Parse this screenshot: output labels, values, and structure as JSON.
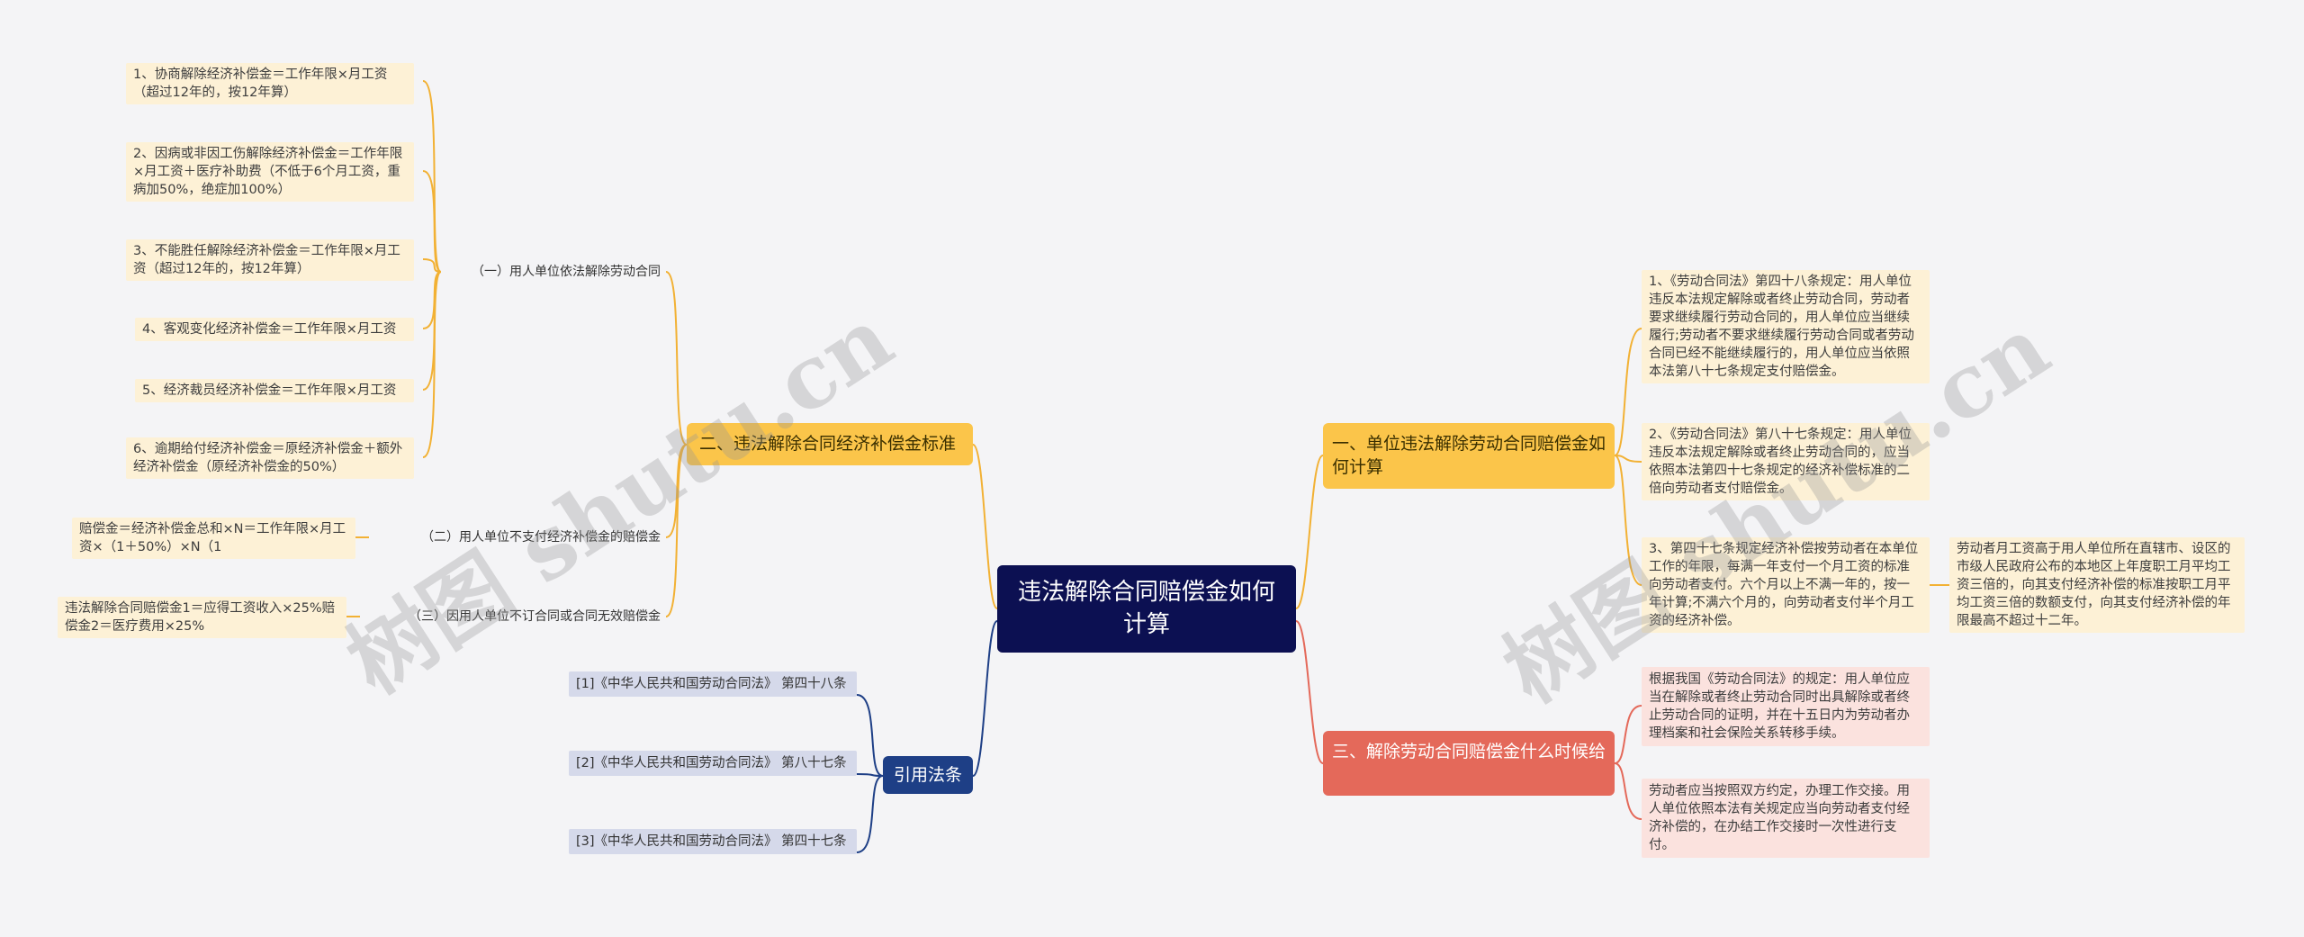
{
  "root": {
    "title": "违法解除合同赔偿金如何计算"
  },
  "left_branch": {
    "title": "二、违法解除合同经济补偿金标准",
    "sub1": {
      "title": "（一）用人单位依法解除劳动合同",
      "leaves": [
        "1、协商解除经济补偿金＝工作年限×月工资（超过12年的，按12年算）",
        "2、因病或非因工伤解除经济补偿金＝工作年限×月工资＋医疗补助费（不低于6个月工资，重病加50%，绝症加100%）",
        "3、不能胜任解除经济补偿金＝工作年限×月工资（超过12年的，按12年算）",
        "4、客观变化经济补偿金＝工作年限×月工资",
        "5、经济裁员经济补偿金＝工作年限×月工资",
        "6、逾期给付经济补偿金＝原经济补偿金＋额外经济补偿金（原经济补偿金的50%）"
      ]
    },
    "sub2": {
      "title": "（二）用人单位不支付经济补偿金的赔偿金",
      "leaf": "赔偿金＝经济补偿金总和×N＝工作年限×月工资×（1＋50%）×N（1"
    },
    "sub3": {
      "title": "（三）因用人单位不订合同或合同无效赔偿金",
      "leaf": "违法解除合同赔偿金1＝应得工资收入×25%赔偿金2＝医疗费用×25%"
    }
  },
  "law_branch": {
    "title": "引用法条",
    "items": [
      "[1]《中华人民共和国劳动合同法》 第四十八条",
      "[2]《中华人民共和国劳动合同法》 第八十七条",
      "[3]《中华人民共和国劳动合同法》 第四十七条"
    ]
  },
  "right_branch1": {
    "title": "一、单位违法解除劳动合同赔偿金如何计算",
    "leaves": [
      "1、《劳动合同法》第四十八条规定：用人单位违反本法规定解除或者终止劳动合同，劳动者要求继续履行劳动合同的，用人单位应当继续履行;劳动者不要求继续履行劳动合同或者劳动合同已经不能继续履行的，用人单位应当依照本法第八十七条规定支付赔偿金。",
      "2、《劳动合同法》第八十七条规定：用人单位违反本法规定解除或者终止劳动合同的，应当依照本法第四十七条规定的经济补偿标准的二倍向劳动者支付赔偿金。",
      "3、第四十七条规定经济补偿按劳动者在本单位工作的年限，每满一年支付一个月工资的标准向劳动者支付。六个月以上不满一年的，按一年计算;不满六个月的，向劳动者支付半个月工资的经济补偿。"
    ],
    "extra": "劳动者月工资高于用人单位所在直辖市、设区的市级人民政府公布的本地区上年度职工月平均工资三倍的，向其支付经济补偿的标准按职工月平均工资三倍的数额支付，向其支付经济补偿的年限最高不超过十二年。"
  },
  "right_branch2": {
    "title": "三、解除劳动合同赔偿金什么时候给",
    "leaves": [
      "根据我国《劳动合同法》的规定：用人单位应当在解除或者终止劳动合同时出具解除或者终止劳动合同的证明，并在十五日内为劳动者办理档案和社会保险关系转移手续。",
      "劳动者应当按照双方约定，办理工作交接。用人单位依照本法有关规定应当向劳动者支付经济补偿的，在办结工作交接时一次性进行支付。"
    ]
  },
  "watermarks": [
    "树图 shutu.cn",
    "树图 shutu.cn"
  ],
  "colors": {
    "root": "#0c1052",
    "orange_branch": "#fbc54a",
    "red_branch": "#e4695a",
    "blue_branch": "#1e3f86",
    "yellow_leaf": "#fdf1d6",
    "pink_leaf": "#fbe2de",
    "blue_leaf": "#d5d9ea",
    "background": "#f4f4f6"
  }
}
